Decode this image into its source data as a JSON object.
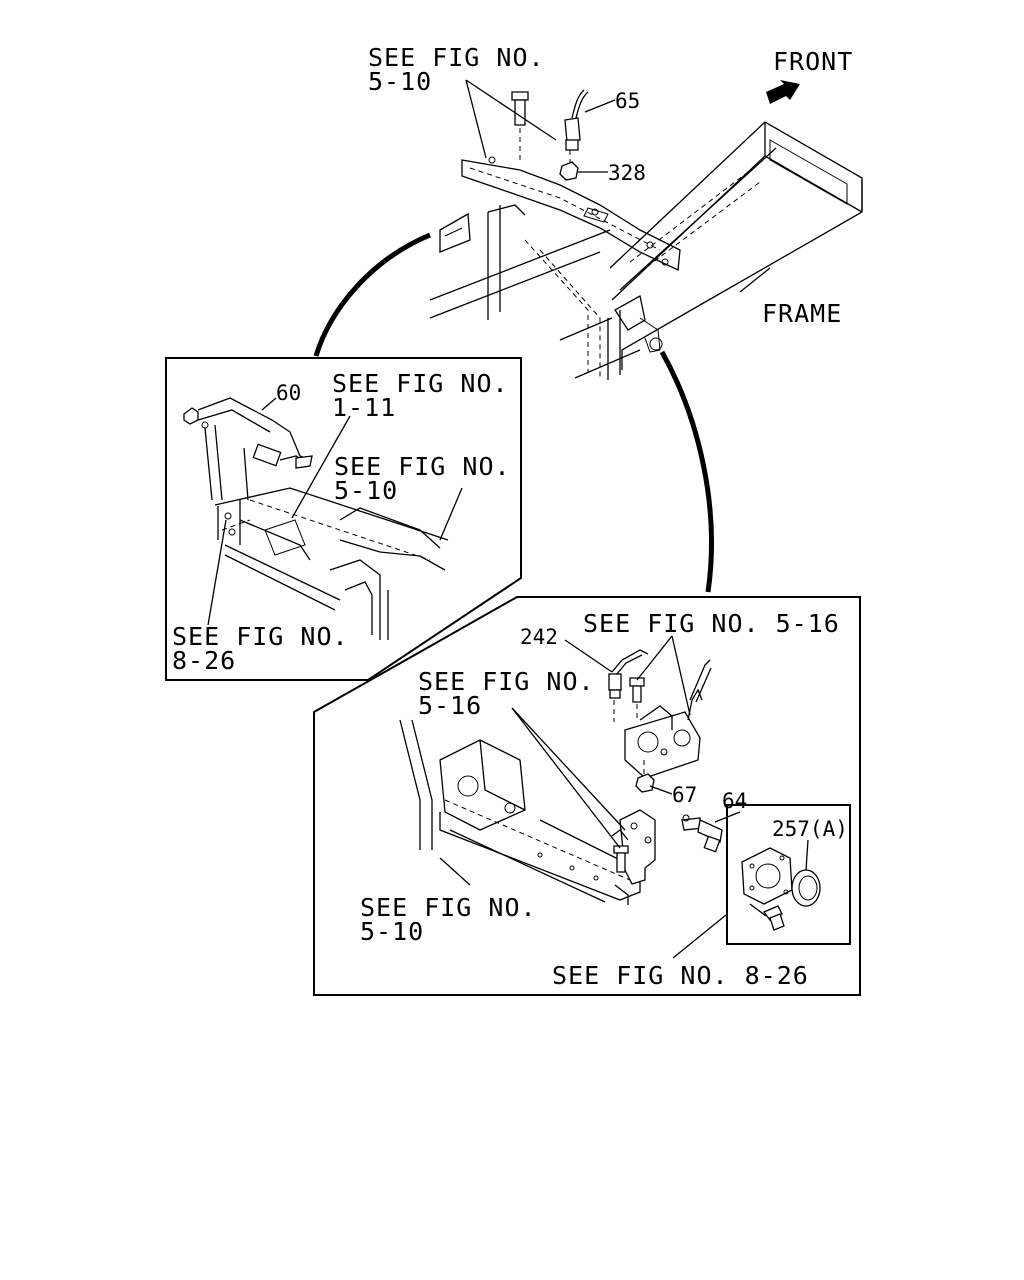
{
  "labels": {
    "top_see_fig_line1": "SEE FIG NO.",
    "top_see_fig_line2": "5-10",
    "front": "FRONT",
    "frame": "FRAME",
    "left_see_fig_1_11_line1": "SEE FIG NO.",
    "left_see_fig_1_11_line2": "1-11",
    "left_see_fig_5_10_line1": "SEE FIG NO.",
    "left_see_fig_5_10_line2": "5-10",
    "left_see_fig_8_26_line1": "SEE FIG NO.",
    "left_see_fig_8_26_line2": "8-26",
    "right_see_fig_5_16_a": "SEE FIG NO. 5-16",
    "right_see_fig_5_16_b_line1": "SEE FIG NO.",
    "right_see_fig_5_16_b_line2": "5-16",
    "right_see_fig_5_10_line1": "SEE FIG NO.",
    "right_see_fig_5_10_line2": "5-10",
    "right_see_fig_8_26": "SEE FIG NO. 8-26"
  },
  "parts": {
    "p65": "65",
    "p328": "328",
    "p60": "60",
    "p242": "242",
    "p67": "67",
    "p64": "64",
    "p257a": "257(A)"
  },
  "colors": {
    "ink": "#000000",
    "paper": "#ffffff"
  }
}
